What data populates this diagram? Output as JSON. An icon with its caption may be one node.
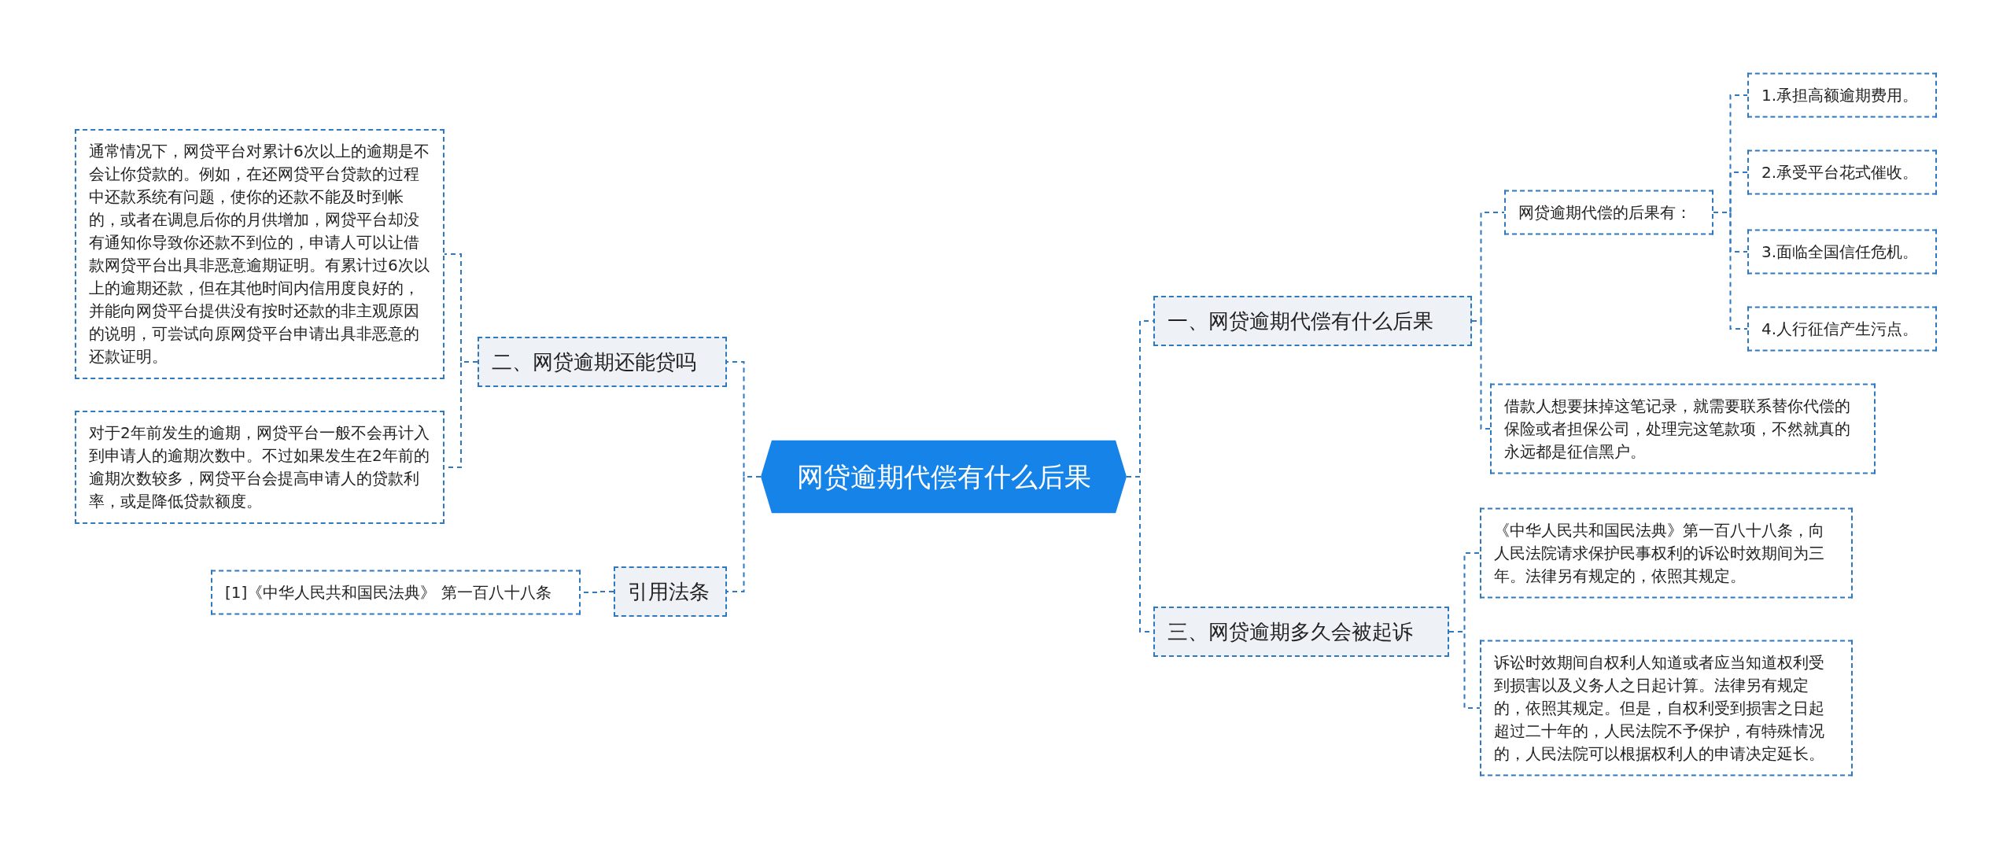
{
  "diagram": {
    "nodes": [
      {
        "text": [
          "网贷逾期代偿有什么后果"
        ]
      },
      {
        "text": [
          "一、网贷逾期代偿有什么后果"
        ]
      },
      {
        "text": [
          "网贷逾期代偿的后果有："
        ]
      },
      {
        "text": [
          "1.承担高额逾期费用。"
        ]
      },
      {
        "text": [
          "2.承受平台花式催收。"
        ]
      },
      {
        "text": [
          "3.面临全国信任危机。"
        ]
      },
      {
        "text": [
          "4.人行征信产生污点。"
        ]
      },
      {
        "text": [
          "借款人想要抹掉这笔记录，就需要联系替你代偿的保险或者担保公司，处理完这笔款项，不然就真的永远都是征信黑户。"
        ]
      },
      {
        "text": [
          "三、网贷逾期多久会被起诉"
        ]
      },
      {
        "text": [
          "《中华人民共和国民法典》第一百八十八条，向人民法院请求保护民事权利的诉讼时效期间为三年。法律另有规定的，依照其规定。"
        ]
      },
      {
        "text": [
          "诉讼时效期间自权利人知道或者应当知道权利受到损害以及义务人之日起计算。法律另有规定的，依照其规定。但是，自权利受到损害之日起超过二十年的，人民法院不予保护，有特殊情况的，人民法院可以根据权利人的申请决定延长。"
        ]
      },
      {
        "text": [
          "二、网贷逾期还能贷吗"
        ]
      },
      {
        "text": [
          "通常情况下，网贷平台对累计6次以上的逾期是不会让你贷款的。例如，在还网贷平台贷款的过程中还款系统有问题，使你的还款不能及时到帐的，或者在调息后你的月供增加，网贷平台却没有通知你导致你还款不到位的，申请人可以让借款网贷平台出具非恶意逾期证明。有累计过6次以上的逾期还款，但在其他时间内信用度良好的，并能向网贷平台提供没有按时还款的非主观原因的说明，可尝试向原网贷平台申请出具非恶意的还款证明。"
        ]
      },
      {
        "text": [
          "对于2年前发生的逾期，网贷平台一般不会再计入到申请人的逾期次数中。不过如果发生在2年前的逾期次数较多，网贷平台会提高申请人的贷款利率，或是降低贷款额度。"
        ]
      },
      {
        "text": [
          "引用法条"
        ]
      },
      {
        "text": [
          "[1]《中华人民共和国民法典》 第一百八十八条"
        ]
      }
    ],
    "edges": [
      {
        "from": 0,
        "to": 1,
        "arrow": "none"
      },
      {
        "from": 1,
        "to": 2,
        "arrow": "none"
      },
      {
        "from": 2,
        "to": 3,
        "arrow": "none"
      },
      {
        "from": 2,
        "to": 4,
        "arrow": "none"
      },
      {
        "from": 2,
        "to": 5,
        "arrow": "none"
      },
      {
        "from": 2,
        "to": 6,
        "arrow": "none"
      },
      {
        "from": 1,
        "to": 7,
        "arrow": "none"
      },
      {
        "from": 0,
        "to": 8,
        "arrow": "none"
      },
      {
        "from": 8,
        "to": 9,
        "arrow": "none"
      },
      {
        "from": 8,
        "to": 10,
        "arrow": "none"
      },
      {
        "from": 0,
        "to": 11,
        "arrow": "none"
      },
      {
        "from": 11,
        "to": 12,
        "arrow": "none"
      },
      {
        "from": 11,
        "to": 13,
        "arrow": "none"
      },
      {
        "from": 0,
        "to": 14,
        "arrow": "none"
      },
      {
        "from": 14,
        "to": 15,
        "arrow": "none"
      }
    ]
  }
}
